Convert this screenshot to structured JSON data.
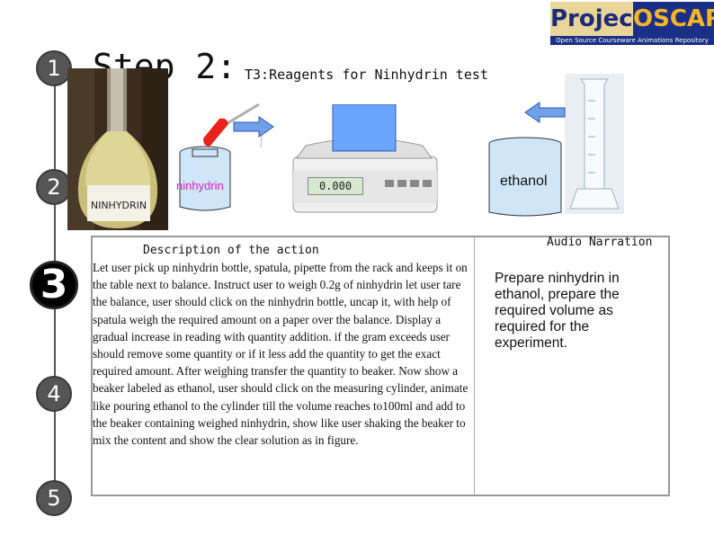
{
  "logo": {
    "project": "Project",
    "oscar": "OSCAR",
    "tagline": "Open Source Courseware Animations Repository"
  },
  "timeline": {
    "steps": [
      "1",
      "2",
      "3",
      "4",
      "5"
    ],
    "active_step": "3"
  },
  "header": {
    "step_title": "Step 2:",
    "slide_title": "T3:Reagents for Ninhydrin test"
  },
  "scene": {
    "bottle_label": "NINHYDRIN",
    "beaker_label": "ninhydrin",
    "balance_display": "0.000",
    "ethanol_label": "ethanol"
  },
  "description": {
    "title": "Description of the action",
    "text": "Let user pick up ninhydrin bottle, spatula, pipette from the rack and keeps it on the table next to balance.  Instruct user to weigh 0.2g of ninhydrin let user tare the balance, user should click on the ninhydrin bottle, uncap it, with help of spatula weigh the required amount on a paper over the balance. Display a gradual increase in reading with quantity addition. if the gram exceeds user should remove some quantity or if it less add the quantity to get the exact required amount. After weighing transfer the quantity to beaker.  Now show a beaker labeled as ethanol, user should click on the measuring cylinder, animate like pouring ethanol to the cylinder till the volume reaches to100ml and add to the beaker containing weighed ninhydrin, show like user shaking the beaker to mix the content and show the clear solution as in figure."
  },
  "audio": {
    "title": "Audio Narration",
    "text": "Prepare ninhydrin in ethanol, prepare the required volume as required for the experiment."
  },
  "colors": {
    "ninhydrin_label": "#e020c0",
    "arrow_fill": "#6fa0e8",
    "screen_blue": "#6aa6ff",
    "logo_navy": "#1a2f86",
    "logo_gold": "#f4b52a"
  }
}
